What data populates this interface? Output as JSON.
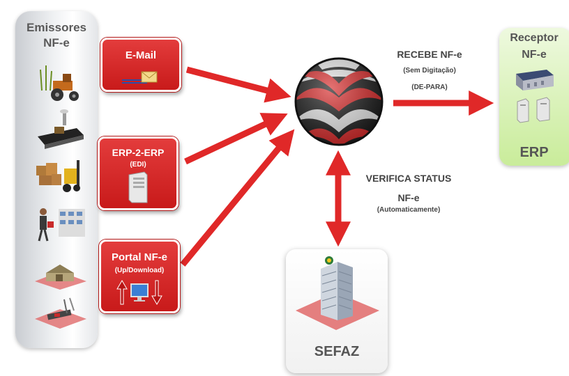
{
  "emissores": {
    "title_line1": "Emissores",
    "title_line2": "NF-e"
  },
  "channels": {
    "email": {
      "label": "E-Mail"
    },
    "erp": {
      "label": "ERP-2-ERP",
      "sub": "(EDI)"
    },
    "portal": {
      "label": "Portal NF-e",
      "sub": "(Up/Download)"
    }
  },
  "recebe": {
    "title": "RECEBE NF-e",
    "line2": "(Sem Digitação)",
    "line3": "(DE-PARA)"
  },
  "verifica": {
    "title": "VERIFICA STATUS",
    "line2": "NF-e",
    "line3": "(Automaticamente)"
  },
  "receptor": {
    "title_line1": "Receptor",
    "title_line2": "NF-e",
    "footer": "ERP"
  },
  "sefaz": {
    "label": "SEFAZ"
  },
  "colors": {
    "accent_red": "#d42a2a",
    "panel_green": "#c9ec9a",
    "panel_gray": "#e4e6e9"
  },
  "icons": [
    "tractor-icon",
    "factory-icon",
    "forklift-icon",
    "shopper-icon",
    "warehouse-icon",
    "tools-icon",
    "envelope-icon",
    "server-icon",
    "monitor-icon",
    "globe-logo-icon",
    "building-icon"
  ]
}
